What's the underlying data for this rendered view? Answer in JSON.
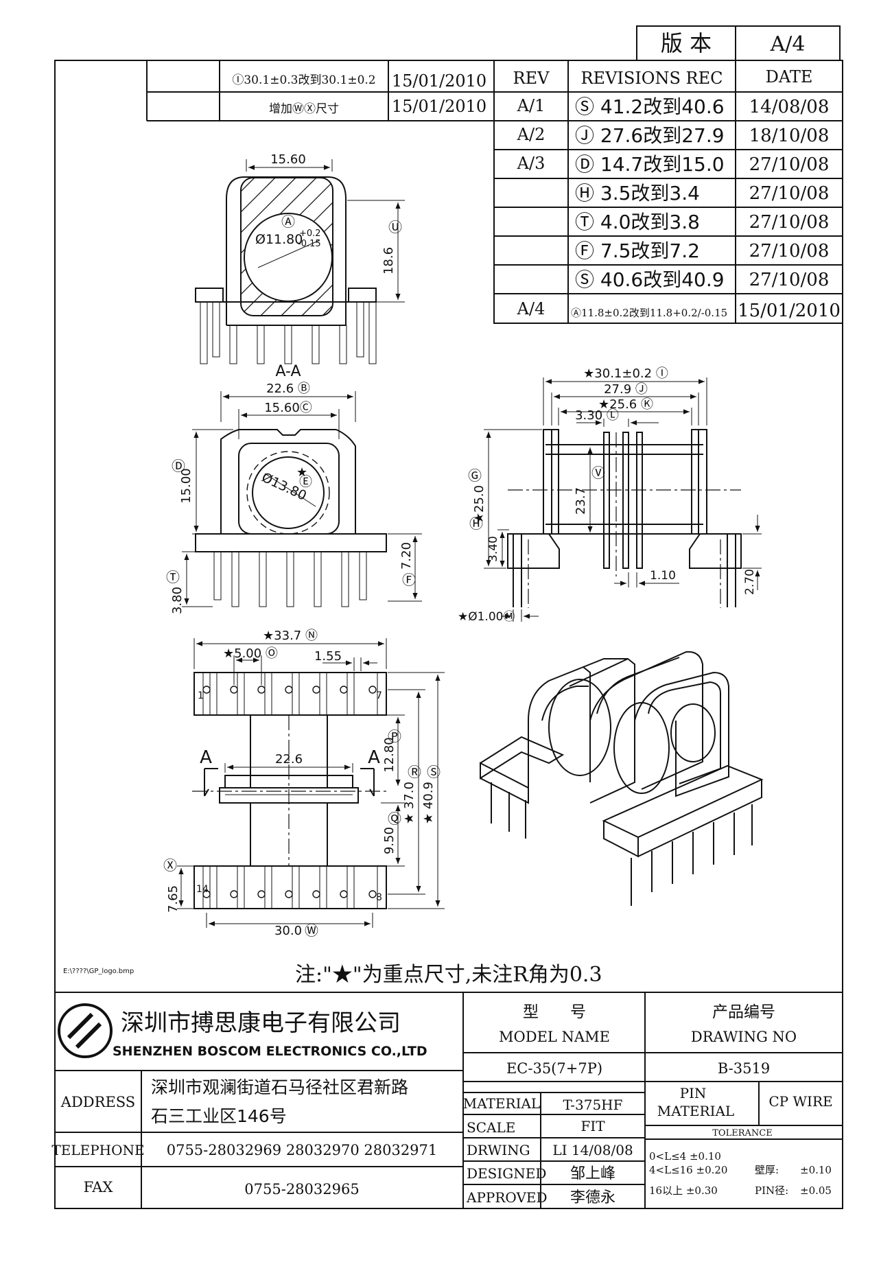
{
  "version_box": {
    "label": "版 本",
    "value": "A/4"
  },
  "top_revisions": [
    {
      "desc": "Ⓘ30.1±0.3改到30.1±0.2",
      "date": "15/01/2010"
    },
    {
      "desc": "增加ⓌⓍ尺寸",
      "date": "15/01/2010"
    }
  ],
  "rev_table": {
    "headers": [
      "REV",
      "REVISIONS REC",
      "DATE"
    ],
    "rows": [
      {
        "rev": "A/1",
        "rec": "Ⓢ 41.2改到40.6",
        "date": "14/08/08"
      },
      {
        "rev": "A/2",
        "rec": "Ⓙ 27.6改到27.9",
        "date": "18/10/08"
      },
      {
        "rev": "A/3",
        "rec": "Ⓓ 14.7改到15.0",
        "date": "27/10/08"
      },
      {
        "rev": "",
        "rec": "Ⓗ 3.5改到3.4",
        "date": "27/10/08"
      },
      {
        "rev": "",
        "rec": "Ⓣ 4.0改到3.8",
        "date": "27/10/08"
      },
      {
        "rev": "",
        "rec": "Ⓕ 7.5改到7.2",
        "date": "27/10/08"
      },
      {
        "rev": "",
        "rec": "Ⓢ 40.6改到40.9",
        "date": "27/10/08"
      },
      {
        "rev": "A/4",
        "rec": "Ⓐ11.8±0.2改到11.8+0.2/-0.15",
        "date": "15/01/2010"
      }
    ]
  },
  "drawing": {
    "top_view": {
      "width": "15.60",
      "height": "18.6",
      "label_u": "Ⓤ",
      "bore_label": "Ⓐ",
      "bore_dia": "Ø11.80",
      "tol_plus": "+0.2",
      "tol_minus": "-0.15"
    },
    "section_aa": {
      "title": "A-A",
      "w_outer": "22.6 Ⓑ",
      "w_inner": "15.60Ⓒ",
      "h_d": "15.00",
      "label_d": "Ⓓ",
      "bore": "Ø13.80",
      "label_e": "Ⓔ",
      "star": "★",
      "h_f": "7.20",
      "label_f": "Ⓕ",
      "h_t": "3.80",
      "label_t": "Ⓣ"
    },
    "side_view": {
      "d_i": "★30.1±0.2 Ⓘ",
      "d_j": "27.9 Ⓙ",
      "d_k": "★25.6 Ⓚ",
      "d_l": "3.30 Ⓛ",
      "h_g": "★25.0",
      "label_g": "Ⓖ",
      "h_v": "23.7",
      "label_v": "Ⓥ",
      "h_h": "3.40",
      "label_h": "Ⓗ",
      "d_110": "1.10",
      "d_270": "2.70",
      "d_pin": "★Ø1.00Ⓜ"
    },
    "bottom_view": {
      "d_n": "★33.7 Ⓝ",
      "d_o": "★5.00 Ⓞ",
      "d_155": "1.55",
      "pin_1": "1",
      "pin_7": "7",
      "pin_14": "14",
      "pin_8": "8",
      "d_226": "22.6",
      "section_a": "A",
      "h_p": "12.80",
      "label_p": "Ⓟ",
      "h_r": "★ 37.0",
      "label_r": "Ⓡ",
      "h_s": "★ 40.9",
      "label_s": "Ⓢ",
      "h_q": "9.50",
      "label_q": "Ⓠ",
      "h_x": "7.65",
      "label_x": "Ⓧ",
      "d_w": "30.0",
      "label_w": "Ⓦ"
    },
    "file_ref": "E:\\????\\GP_logo.bmp",
    "note": "注:\"★\"为重点尺寸,未注R角为0.3"
  },
  "title_block": {
    "company_cn": "深圳市搏思康电子有限公司",
    "company_en": "SHENZHEN BOSCOM ELECTRONICS CO.,LTD",
    "address_label": "ADDRESS",
    "address_line1": "深圳市观澜街道石马径社区君新路",
    "address_line2": "石三工业区146号",
    "telephone_label": "TELEPHONE",
    "telephone": "0755-28032969 28032970 28032971",
    "fax_label": "FAX",
    "fax": "0755-28032965",
    "model_cn": "型　　号",
    "model_en": "MODEL NAME",
    "model_value": "EC-35(7+7P)",
    "drawing_cn": "产品编号",
    "drawing_en": "DRAWING NO",
    "drawing_value": "B-3519",
    "material_label": "MATERIAL",
    "material_value": "T-375HF",
    "scale_label": "SCALE",
    "scale_value": "FIT",
    "drwing_label": "DRWING",
    "drwing_value": "LI 14/08/08",
    "designed_label": "DESIGNED",
    "designed_value": "邹上峰",
    "approved_label": "APPROVED",
    "approved_value": "李德永",
    "pin_material_l1": "PIN",
    "pin_material_l2": "MATERIAL",
    "pin_material_value": "CP WIRE",
    "tolerance_label": "TOLERANCE",
    "tol_1": "0<L≤4  ±0.10",
    "tol_2": "4<L≤16  ±0.20",
    "tol_3": "16以上    ±0.30",
    "wall_label": "壁厚:",
    "wall_value": "±0.10",
    "pin_dia_label": "PIN径:",
    "pin_dia_value": "±0.05"
  }
}
